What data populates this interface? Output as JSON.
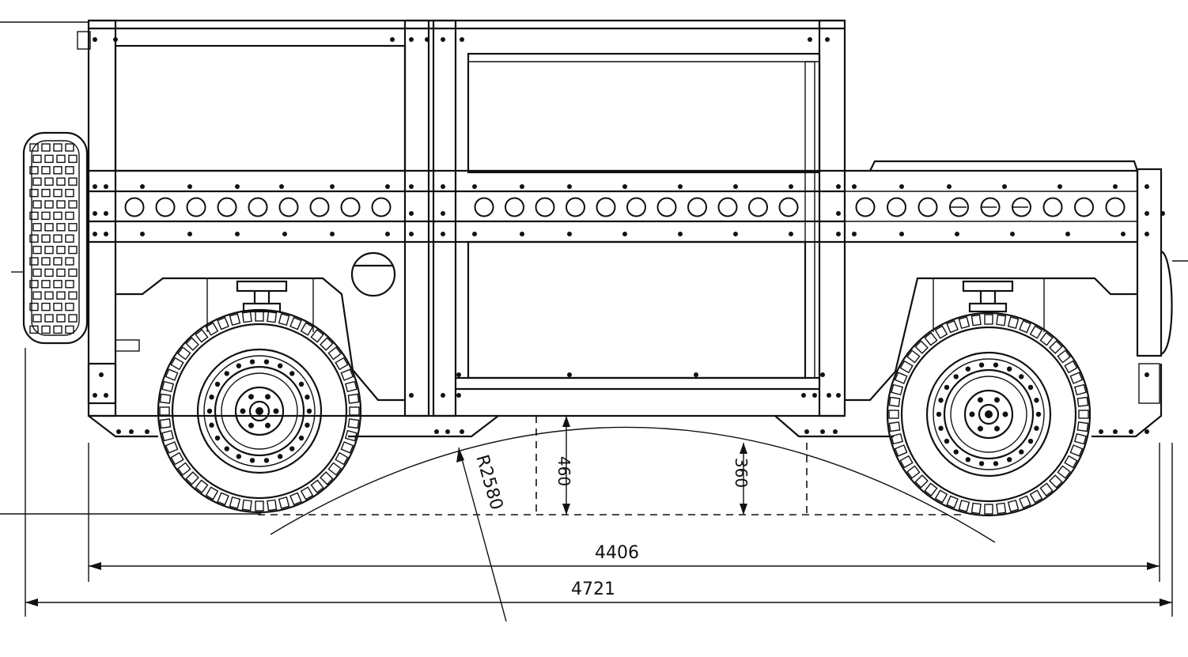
{
  "dimensions": {
    "wheelbase_overall": "4406",
    "total_length": "4721",
    "radius": "R2580",
    "clearance_center": "460",
    "clearance_side": "360"
  },
  "colors": {
    "line": "#111111",
    "background": "#ffffff"
  }
}
